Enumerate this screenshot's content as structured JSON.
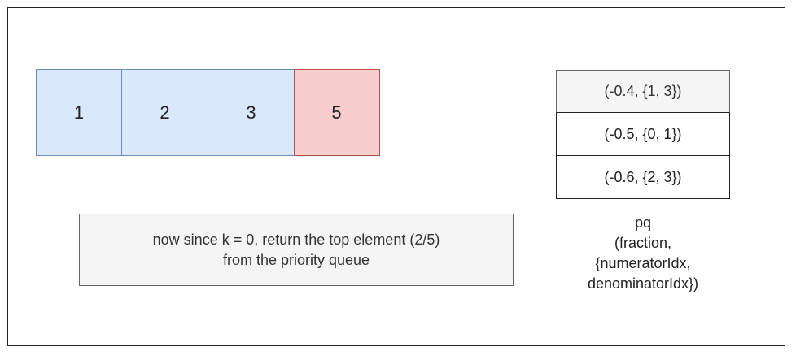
{
  "array": {
    "cells": [
      {
        "value": "1",
        "color": "#dae8fc",
        "border": "#6c8ebf"
      },
      {
        "value": "2",
        "color": "#dae8fc",
        "border": "#6c8ebf"
      },
      {
        "value": "3",
        "color": "#dae8fc",
        "border": "#6c8ebf"
      },
      {
        "value": "5",
        "color": "#f8cecc",
        "border": "#b85450"
      }
    ]
  },
  "note": {
    "line1": "now since k = 0, return the top element (2/5)",
    "line2": "from the priority queue"
  },
  "pq": {
    "entries": [
      "(-0.4, {1, 3})",
      "(-0.5, {0, 1})",
      "(-0.6, {2, 3})"
    ],
    "label": {
      "line1": "pq",
      "line2": "(fraction,",
      "line3": "{numeratorIdx,",
      "line4": "denominatorIdx})"
    }
  }
}
